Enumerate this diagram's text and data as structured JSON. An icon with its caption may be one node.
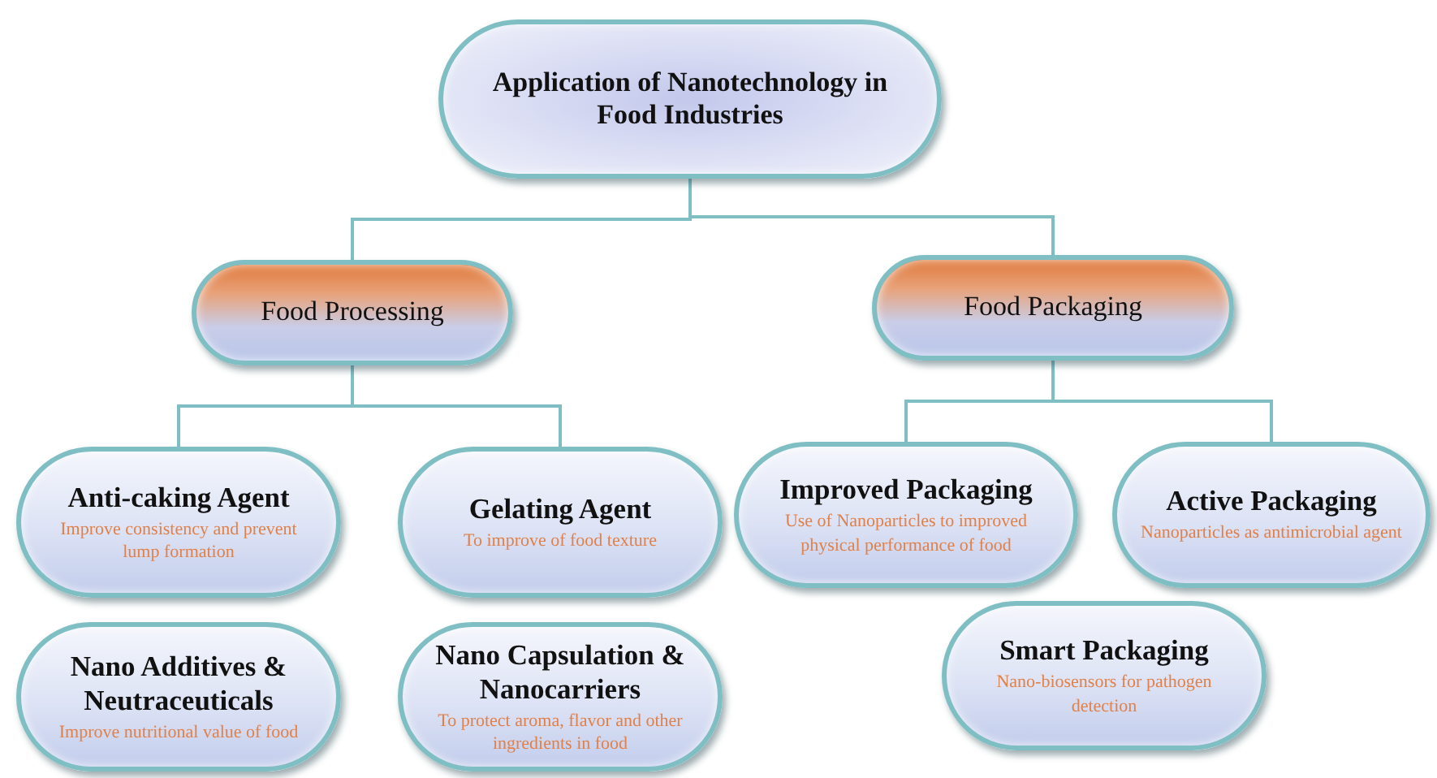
{
  "diagram": {
    "nodes": [
      {
        "text": [
          "Application of Nanotechnology in Food Industries"
        ]
      },
      {
        "text": [
          "Food Processing"
        ]
      },
      {
        "text": [
          "Food Packaging"
        ]
      },
      {
        "text": [
          "Anti-caking Agent",
          "Improve consistency and prevent lump formation"
        ]
      },
      {
        "text": [
          "Gelating Agent",
          "To improve of food texture"
        ]
      },
      {
        "text": [
          "Improved Packaging",
          "Use of Nanoparticles to improved physical performance of food"
        ]
      },
      {
        "text": [
          "Active Packaging",
          "Nanoparticles as antimicrobial agent"
        ]
      },
      {
        "text": [
          "Nano Additives & Neutraceuticals",
          "Improve nutritional value of food"
        ]
      },
      {
        "text": [
          "Nano Capsulation & Nanocarriers",
          "To protect aroma, flavor and other ingredients in food"
        ]
      },
      {
        "text": [
          "Smart Packaging",
          "Nano-biosensors for pathogen detection"
        ]
      }
    ],
    "edges": [
      {
        "from": 0,
        "to": 1,
        "arrow": "none"
      },
      {
        "from": 0,
        "to": 2,
        "arrow": "none"
      },
      {
        "from": 1,
        "to": 3,
        "arrow": "none"
      },
      {
        "from": 1,
        "to": 4,
        "arrow": "none"
      },
      {
        "from": 2,
        "to": 5,
        "arrow": "none"
      },
      {
        "from": 2,
        "to": 6,
        "arrow": "none"
      }
    ]
  }
}
